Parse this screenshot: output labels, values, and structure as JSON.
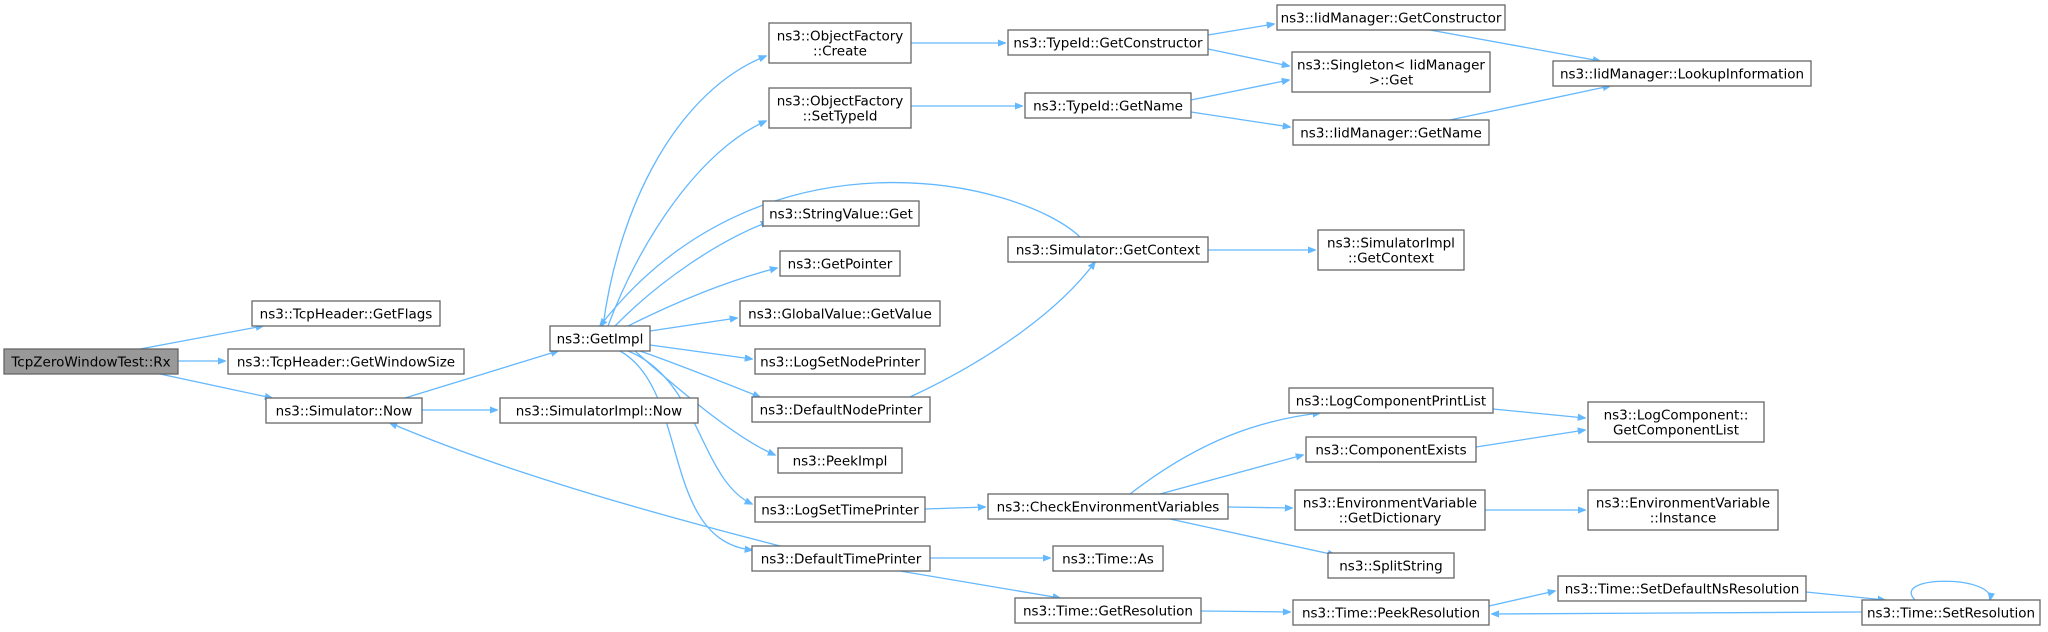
{
  "diagram": {
    "colors": {
      "edge": "#63b8ff",
      "node_border": "#666666",
      "root_fill": "#999999",
      "node_fill": "#ffffff"
    },
    "nodes": [
      {
        "id": "rx",
        "lines": [
          "TcpZeroWindowTest::Rx"
        ],
        "root": true
      },
      {
        "id": "getflags",
        "lines": [
          "ns3::TcpHeader::GetFlags"
        ]
      },
      {
        "id": "getwindowsize",
        "lines": [
          "ns3::TcpHeader::GetWindowSize"
        ]
      },
      {
        "id": "simnow",
        "lines": [
          "ns3::Simulator::Now"
        ]
      },
      {
        "id": "getimpl",
        "lines": [
          "ns3::GetImpl"
        ]
      },
      {
        "id": "simimplnow",
        "lines": [
          "ns3::SimulatorImpl::Now"
        ]
      },
      {
        "id": "ofcreate",
        "lines": [
          "ns3::ObjectFactory",
          "::Create"
        ]
      },
      {
        "id": "ofsettypeid",
        "lines": [
          "ns3::ObjectFactory",
          "::SetTypeId"
        ]
      },
      {
        "id": "stringvalueget",
        "lines": [
          "ns3::StringValue::Get"
        ]
      },
      {
        "id": "getpointer",
        "lines": [
          "ns3::GetPointer"
        ]
      },
      {
        "id": "globalvalueget",
        "lines": [
          "ns3::GlobalValue::GetValue"
        ]
      },
      {
        "id": "logsetnodeprinter",
        "lines": [
          "ns3::LogSetNodePrinter"
        ]
      },
      {
        "id": "defaultnodeprinter",
        "lines": [
          "ns3::DefaultNodePrinter"
        ]
      },
      {
        "id": "peekimpl",
        "lines": [
          "ns3::PeekImpl"
        ]
      },
      {
        "id": "logsettimeprinter",
        "lines": [
          "ns3::LogSetTimePrinter"
        ]
      },
      {
        "id": "defaulttimeprinter",
        "lines": [
          "ns3::DefaultTimePrinter"
        ]
      },
      {
        "id": "typeidgetctor",
        "lines": [
          "ns3::TypeId::GetConstructor"
        ]
      },
      {
        "id": "typeidgetname",
        "lines": [
          "ns3::TypeId::GetName"
        ]
      },
      {
        "id": "simgetcontext",
        "lines": [
          "ns3::Simulator::GetContext"
        ]
      },
      {
        "id": "checkenv",
        "lines": [
          "ns3::CheckEnvironmentVariables"
        ]
      },
      {
        "id": "timeas",
        "lines": [
          "ns3::Time::As"
        ]
      },
      {
        "id": "timegetres",
        "lines": [
          "ns3::Time::GetResolution"
        ]
      },
      {
        "id": "iidmgetctor",
        "lines": [
          "ns3::IidManager::GetConstructor"
        ]
      },
      {
        "id": "singletonget",
        "lines": [
          "ns3::Singleton< IidManager",
          " >::Get"
        ]
      },
      {
        "id": "iidmgetname",
        "lines": [
          "ns3::IidManager::GetName"
        ]
      },
      {
        "id": "simimplgetcontext",
        "lines": [
          "ns3::SimulatorImpl",
          "::GetContext"
        ]
      },
      {
        "id": "logcompprintlist",
        "lines": [
          "ns3::LogComponentPrintList"
        ]
      },
      {
        "id": "compexists",
        "lines": [
          "ns3::ComponentExists"
        ]
      },
      {
        "id": "envgetdict",
        "lines": [
          "ns3::EnvironmentVariable",
          "::GetDictionary"
        ]
      },
      {
        "id": "splitstring",
        "lines": [
          "ns3::SplitString"
        ]
      },
      {
        "id": "timepeekres",
        "lines": [
          "ns3::Time::PeekResolution"
        ]
      },
      {
        "id": "iidmlookup",
        "lines": [
          "ns3::IidManager::LookupInformation"
        ]
      },
      {
        "id": "logcompgetlist",
        "lines": [
          "ns3::LogComponent::",
          "GetComponentList"
        ]
      },
      {
        "id": "envinstance",
        "lines": [
          "ns3::EnvironmentVariable",
          "::Instance"
        ]
      },
      {
        "id": "timesetdefaultns",
        "lines": [
          "ns3::Time::SetDefaultNsResolution"
        ]
      },
      {
        "id": "timesetres",
        "lines": [
          "ns3::Time::SetResolution"
        ]
      }
    ],
    "edges": [
      {
        "from": "rx",
        "to": "getflags"
      },
      {
        "from": "rx",
        "to": "getwindowsize"
      },
      {
        "from": "rx",
        "to": "simnow"
      },
      {
        "from": "simnow",
        "to": "getimpl"
      },
      {
        "from": "simnow",
        "to": "simimplnow"
      },
      {
        "from": "getimpl",
        "to": "ofcreate"
      },
      {
        "from": "getimpl",
        "to": "ofsettypeid"
      },
      {
        "from": "getimpl",
        "to": "stringvalueget"
      },
      {
        "from": "getimpl",
        "to": "getpointer"
      },
      {
        "from": "getimpl",
        "to": "globalvalueget"
      },
      {
        "from": "getimpl",
        "to": "logsetnodeprinter"
      },
      {
        "from": "getimpl",
        "to": "defaultnodeprinter"
      },
      {
        "from": "getimpl",
        "to": "peekimpl"
      },
      {
        "from": "getimpl",
        "to": "logsettimeprinter"
      },
      {
        "from": "getimpl",
        "to": "defaulttimeprinter"
      },
      {
        "from": "ofcreate",
        "to": "typeidgetctor"
      },
      {
        "from": "ofsettypeid",
        "to": "typeidgetname"
      },
      {
        "from": "typeidgetctor",
        "to": "iidmgetctor"
      },
      {
        "from": "typeidgetctor",
        "to": "singletonget"
      },
      {
        "from": "typeidgetname",
        "to": "singletonget"
      },
      {
        "from": "typeidgetname",
        "to": "iidmgetname"
      },
      {
        "from": "iidmgetctor",
        "to": "iidmlookup"
      },
      {
        "from": "iidmgetname",
        "to": "iidmlookup"
      },
      {
        "from": "simgetcontext",
        "to": "getimpl"
      },
      {
        "from": "simgetcontext",
        "to": "simimplgetcontext"
      },
      {
        "from": "defaultnodeprinter",
        "to": "simgetcontext"
      },
      {
        "from": "logsettimeprinter",
        "to": "checkenv"
      },
      {
        "from": "defaulttimeprinter",
        "to": "simnow"
      },
      {
        "from": "defaulttimeprinter",
        "to": "timeas"
      },
      {
        "from": "defaulttimeprinter",
        "to": "timegetres"
      },
      {
        "from": "checkenv",
        "to": "logcompprintlist"
      },
      {
        "from": "checkenv",
        "to": "compexists"
      },
      {
        "from": "checkenv",
        "to": "envgetdict"
      },
      {
        "from": "checkenv",
        "to": "splitstring"
      },
      {
        "from": "logcompprintlist",
        "to": "logcompgetlist"
      },
      {
        "from": "compexists",
        "to": "logcompgetlist"
      },
      {
        "from": "envgetdict",
        "to": "envinstance"
      },
      {
        "from": "timegetres",
        "to": "timepeekres"
      },
      {
        "from": "timepeekres",
        "to": "timesetdefaultns"
      },
      {
        "from": "timesetdefaultns",
        "to": "timesetres"
      },
      {
        "from": "timesetres",
        "to": "timepeekres"
      },
      {
        "from": "timesetres",
        "to": "timesetres"
      }
    ]
  }
}
